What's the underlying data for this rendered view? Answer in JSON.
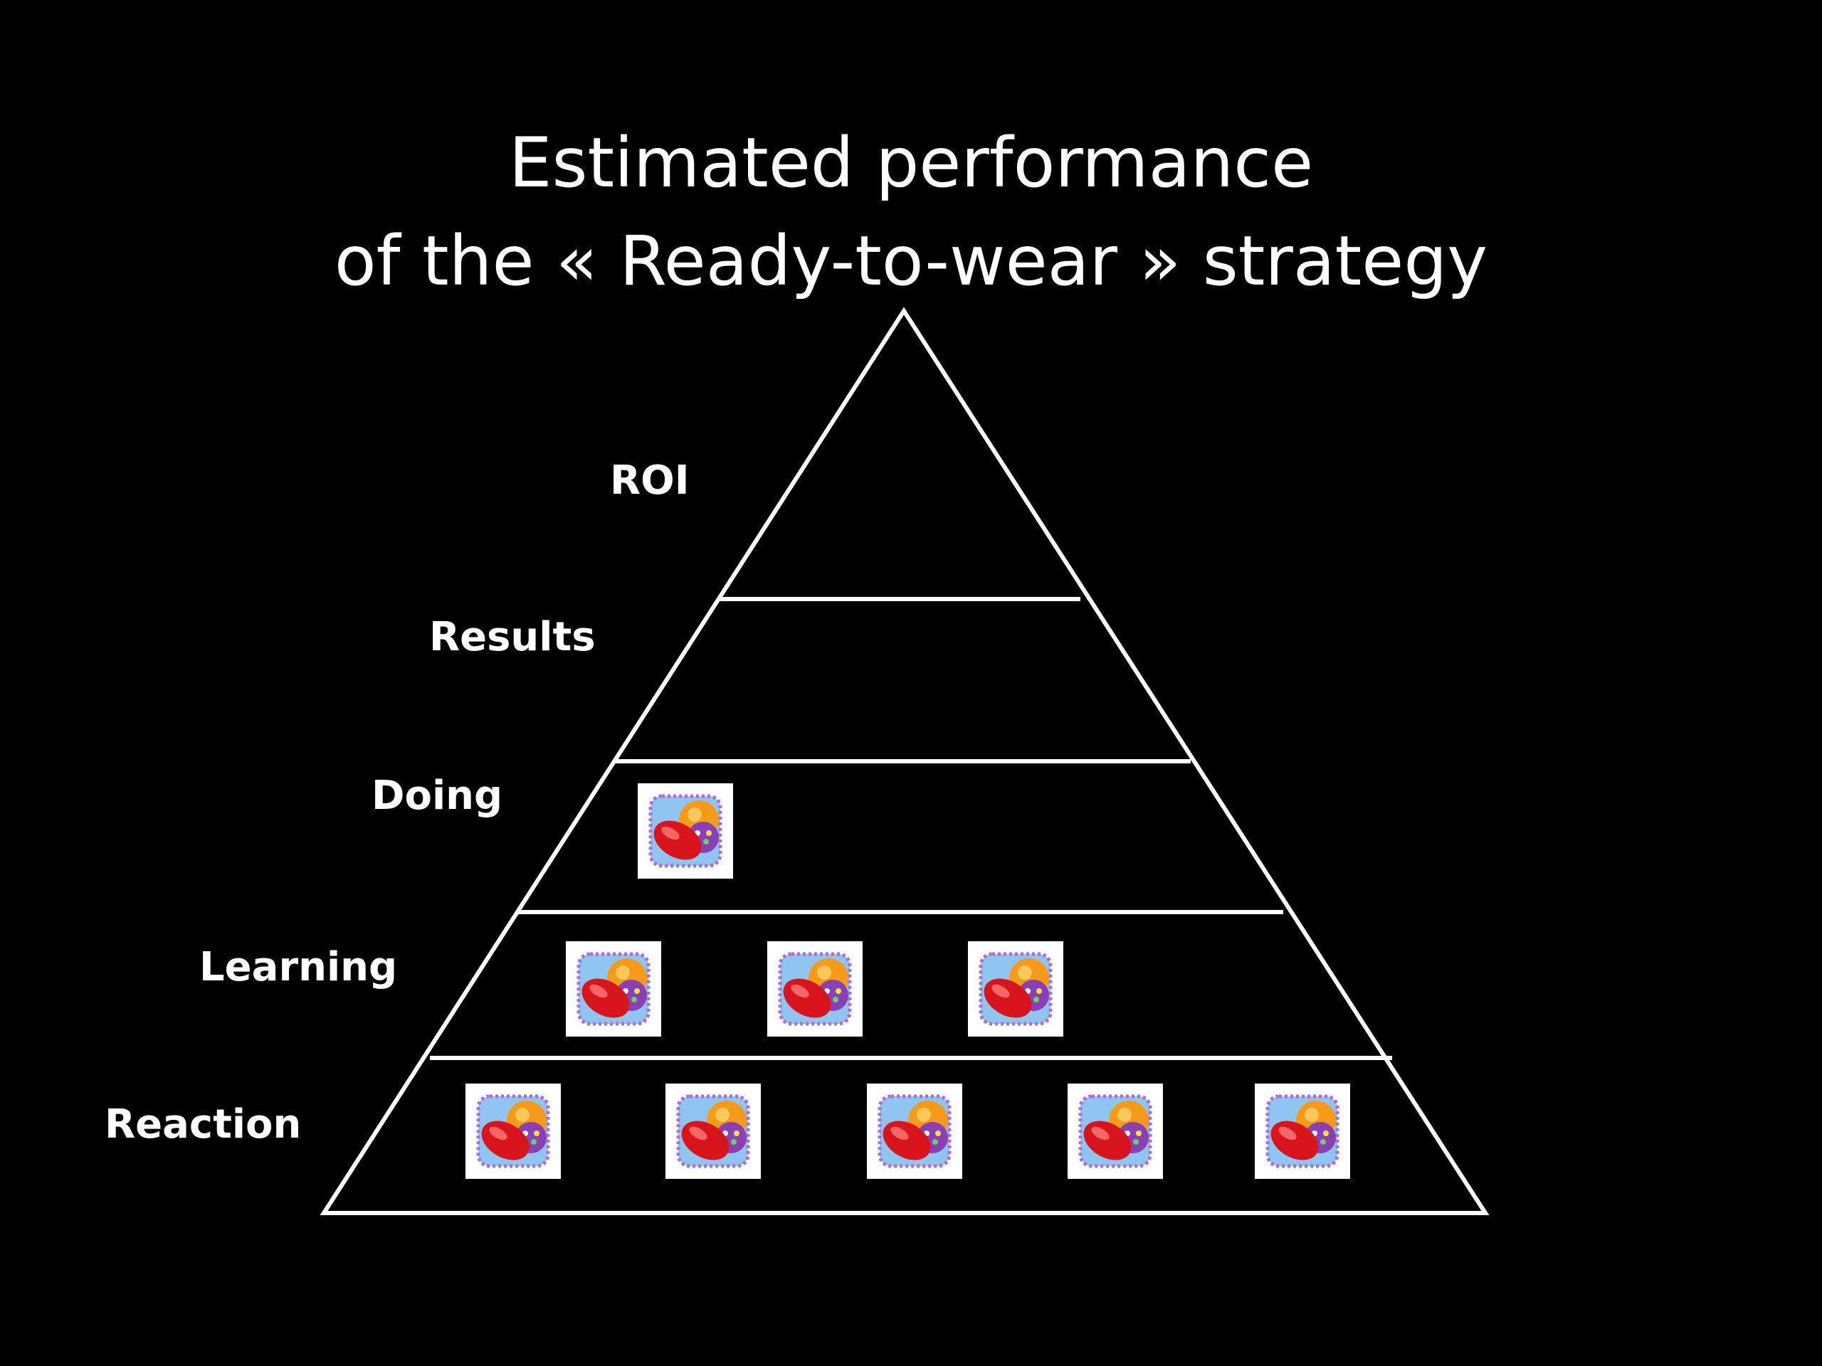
{
  "slide": {
    "title_line_1": "Estimated performance",
    "title_line_2": "of the « Ready-to-wear » strategy"
  },
  "pyramid": {
    "levels": [
      {
        "name": "ROI",
        "icon_count": 0
      },
      {
        "name": "Results",
        "icon_count": 0
      },
      {
        "name": "Doing",
        "icon_count": 1
      },
      {
        "name": "Learning",
        "icon_count": 3
      },
      {
        "name": "Reaction",
        "icon_count": 5
      }
    ],
    "icon": "candy-icon"
  },
  "colors": {
    "background": "#000000",
    "line": "#ffffff",
    "text": "#ffffff",
    "candy_red": "#d8141c",
    "candy_orange": "#f59a1a",
    "candy_blue": "#5aa0e6",
    "candy_purple": "#8a3fb5"
  }
}
